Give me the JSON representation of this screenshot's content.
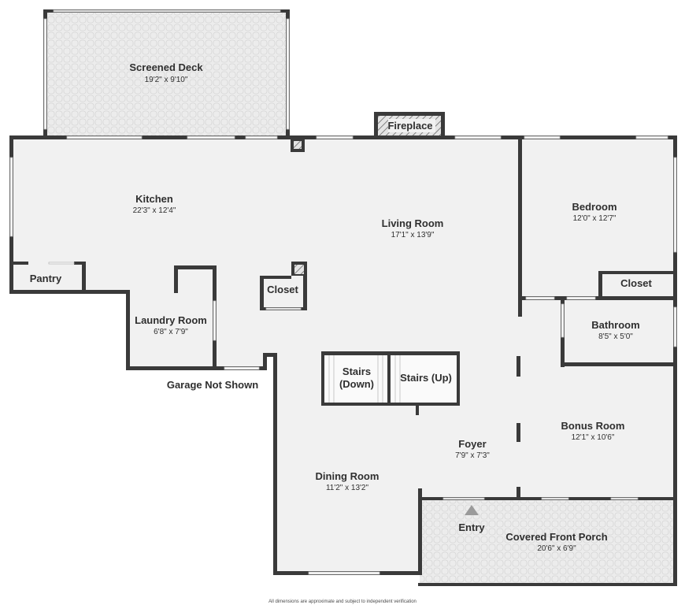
{
  "rooms": {
    "screened_deck": {
      "name": "Screened Deck",
      "dims": "19'2\" x 9'10\""
    },
    "fireplace": {
      "name": "Fireplace"
    },
    "kitchen": {
      "name": "Kitchen",
      "dims": "22'3\" x 12'4\""
    },
    "living_room": {
      "name": "Living Room",
      "dims": "17'1\" x 13'9\""
    },
    "bedroom": {
      "name": "Bedroom",
      "dims": "12'0\" x 12'7\""
    },
    "pantry": {
      "name": "Pantry"
    },
    "closet_center": {
      "name": "Closet"
    },
    "closet_bedroom": {
      "name": "Closet"
    },
    "laundry_room": {
      "name": "Laundry Room",
      "dims": "6'8\" x 7'9\""
    },
    "bathroom": {
      "name": "Bathroom",
      "dims": "8'5\" x 5'0\""
    },
    "stairs_down": {
      "line1": "Stairs",
      "line2": "(Down)"
    },
    "stairs_up": {
      "name": "Stairs (Up)"
    },
    "bonus_room": {
      "name": "Bonus Room",
      "dims": "12'1\" x 10'6\""
    },
    "foyer": {
      "name": "Foyer",
      "dims": "7'9\" x 7'3\""
    },
    "dining_room": {
      "name": "Dining Room",
      "dims": "11'2\" x 13'2\""
    },
    "covered_front_porch": {
      "name": "Covered Front Porch",
      "dims": "20'6\" x 6'9\""
    }
  },
  "labels": {
    "garage_note": "Garage Not Shown",
    "entry": "Entry"
  },
  "footnote": "All dimensions are approximate and subject to independent verification",
  "colors": {
    "wall": "#3a3a3a",
    "floor": "#f1f1f1",
    "deck_floor": "#ebebeb",
    "text": "#2f2f2f"
  }
}
